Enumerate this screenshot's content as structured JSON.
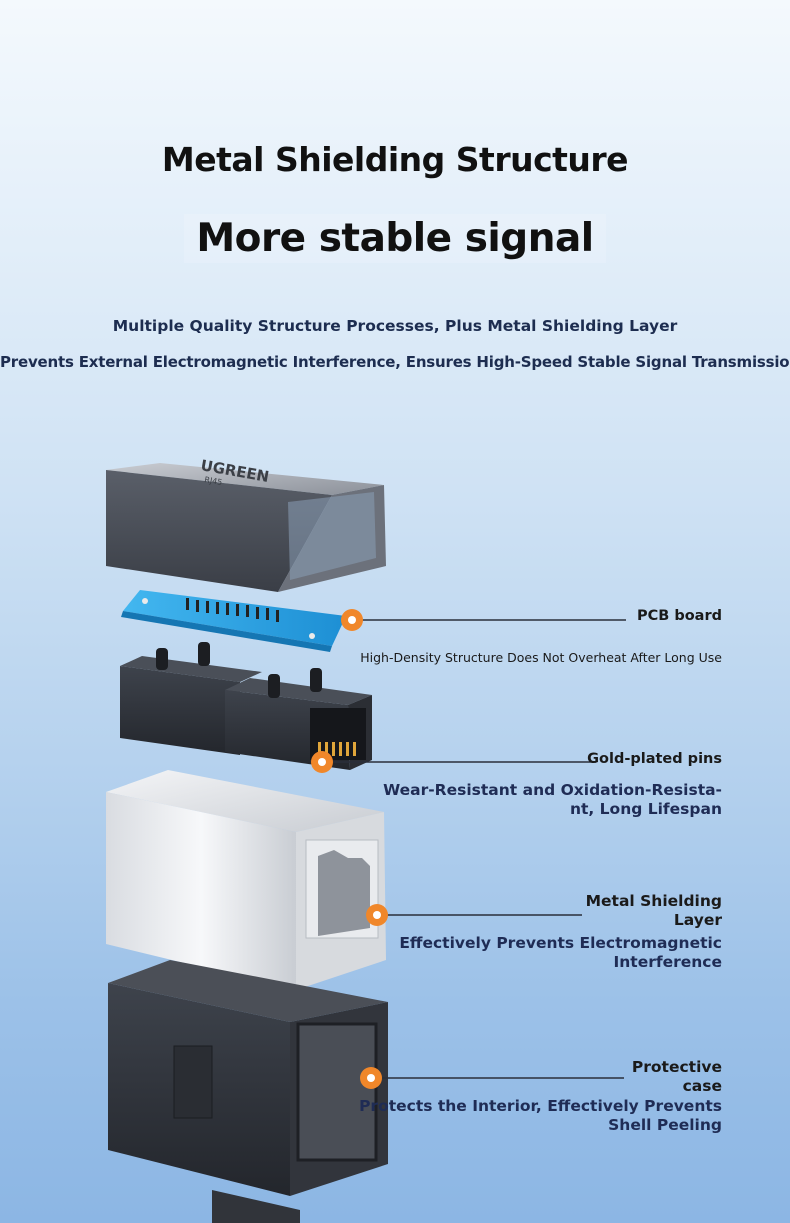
{
  "headline": "Metal Shielding Structure",
  "subheadline": "More stable signal",
  "intro": {
    "line1": "Multiple Quality Structure Processes, Plus Metal Shielding Layer",
    "line2": "Prevents External Electromagnetic Interference, Ensures High-Speed Stable Signal Transmission"
  },
  "brand": {
    "logo_text": "UGREEN",
    "model_text": "RJ45"
  },
  "callouts": [
    {
      "title": "PCB board",
      "desc": "High-Density Structure Does Not Overheat After Long Use"
    },
    {
      "title": "Gold-plated pins",
      "desc_line1": "Wear-Resistant and Oxidation-Resista-",
      "desc_line2": "nt, Long Lifespan"
    },
    {
      "title_line1": "Metal Shielding",
      "title_line2": "Layer",
      "desc_line1": "Effectively Prevents Electromagnetic",
      "desc_line2": "Interference"
    },
    {
      "title_line1": "Protective",
      "title_line2": "case",
      "desc_line1": "Protects the Interior, Effectively Prevents",
      "desc_line2": "Shell Peeling"
    }
  ],
  "colors": {
    "marker": "#f0872a",
    "leader_line": "#2a2f3a",
    "pcb": "#2aa6e6"
  }
}
